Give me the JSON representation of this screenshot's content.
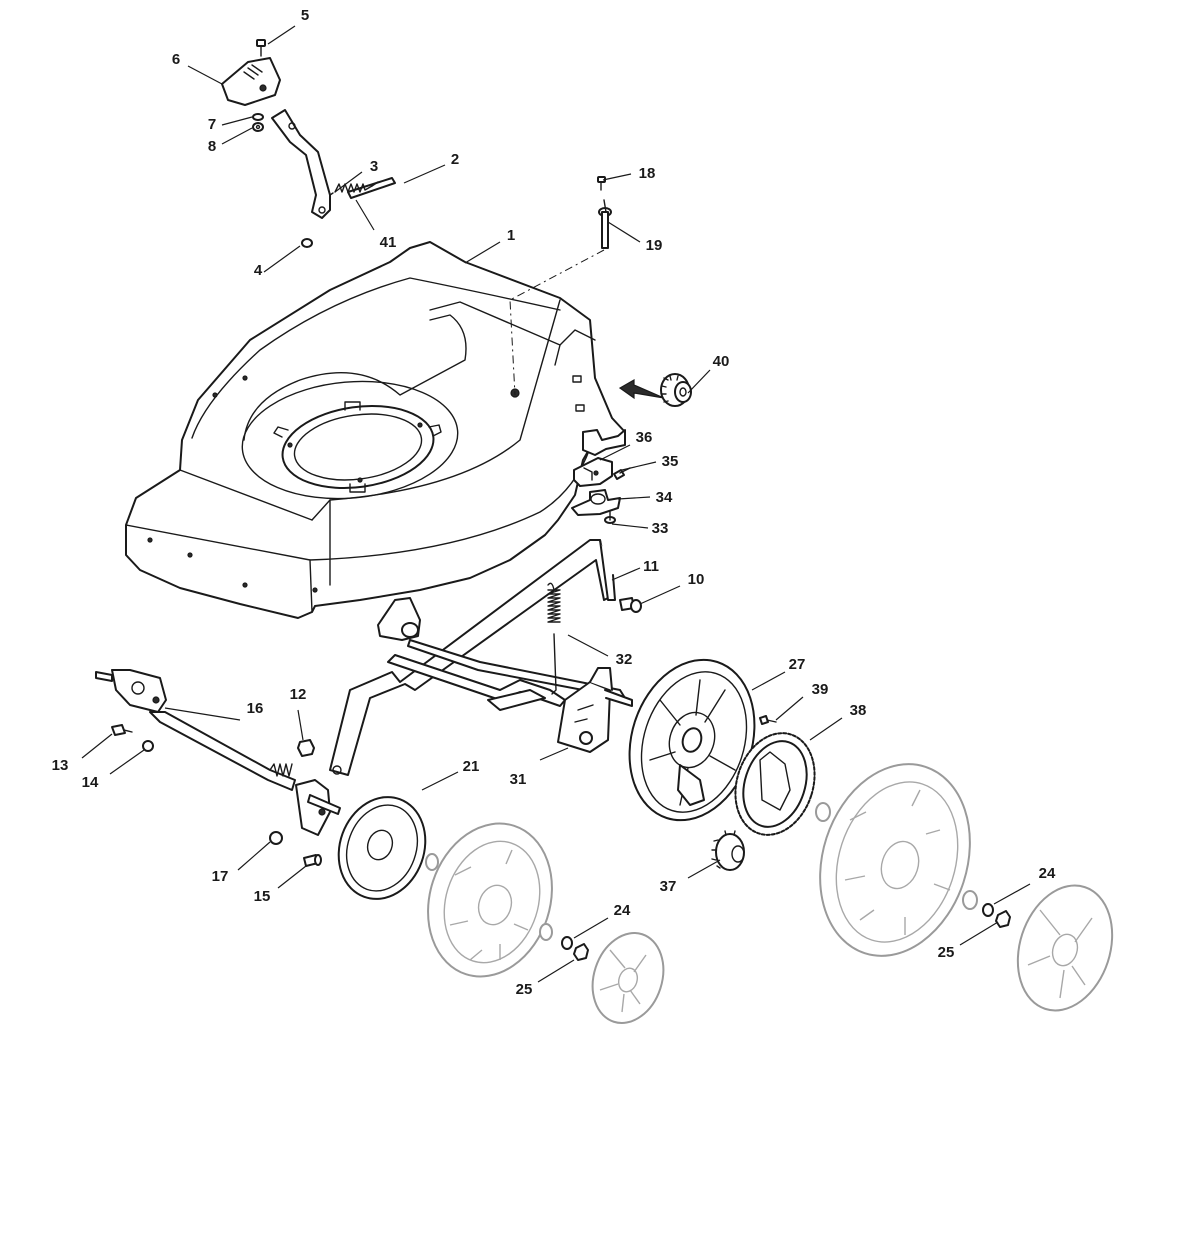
{
  "callouts": [
    {
      "id": "1",
      "label": "1"
    },
    {
      "id": "2",
      "label": "2"
    },
    {
      "id": "3",
      "label": "3"
    },
    {
      "id": "4",
      "label": "4"
    },
    {
      "id": "5",
      "label": "5"
    },
    {
      "id": "6",
      "label": "6"
    },
    {
      "id": "7",
      "label": "7"
    },
    {
      "id": "8",
      "label": "8"
    },
    {
      "id": "10",
      "label": "10"
    },
    {
      "id": "11",
      "label": "11"
    },
    {
      "id": "12",
      "label": "12"
    },
    {
      "id": "13",
      "label": "13"
    },
    {
      "id": "14",
      "label": "14"
    },
    {
      "id": "15",
      "label": "15"
    },
    {
      "id": "16",
      "label": "16"
    },
    {
      "id": "17",
      "label": "17"
    },
    {
      "id": "18",
      "label": "18"
    },
    {
      "id": "19",
      "label": "19"
    },
    {
      "id": "21",
      "label": "21"
    },
    {
      "id": "24a",
      "label": "24"
    },
    {
      "id": "24b",
      "label": "24"
    },
    {
      "id": "25a",
      "label": "25"
    },
    {
      "id": "25b",
      "label": "25"
    },
    {
      "id": "27",
      "label": "27"
    },
    {
      "id": "31",
      "label": "31"
    },
    {
      "id": "32",
      "label": "32"
    },
    {
      "id": "33",
      "label": "33"
    },
    {
      "id": "34",
      "label": "34"
    },
    {
      "id": "35",
      "label": "35"
    },
    {
      "id": "36",
      "label": "36"
    },
    {
      "id": "37",
      "label": "37"
    },
    {
      "id": "38",
      "label": "38"
    },
    {
      "id": "39",
      "label": "39"
    },
    {
      "id": "40",
      "label": "40"
    },
    {
      "id": "41",
      "label": "41"
    }
  ]
}
